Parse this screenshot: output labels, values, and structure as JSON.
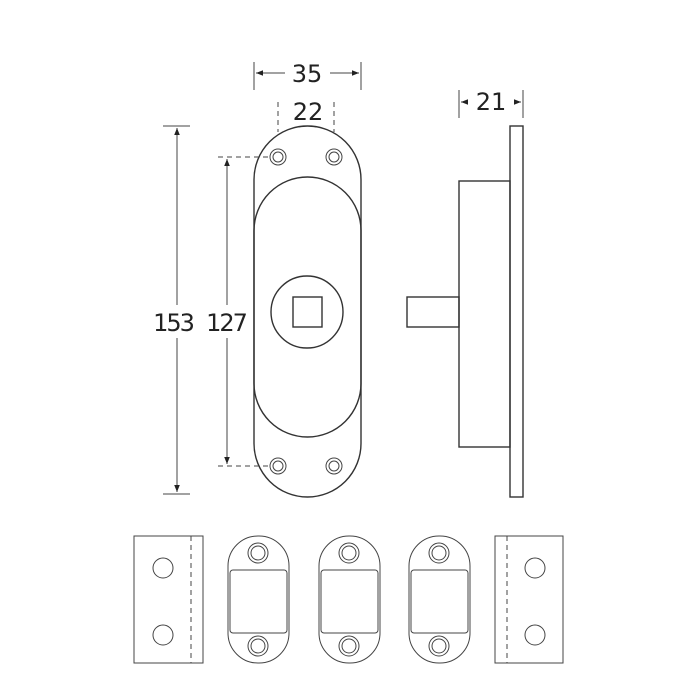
{
  "dimensions": {
    "width_outer": "35",
    "hole_spacing_horizontal": "22",
    "depth": "21",
    "height_total": "153",
    "hole_spacing_vertical": "127"
  },
  "colors": {
    "line": "#333333",
    "background": "#ffffff"
  }
}
